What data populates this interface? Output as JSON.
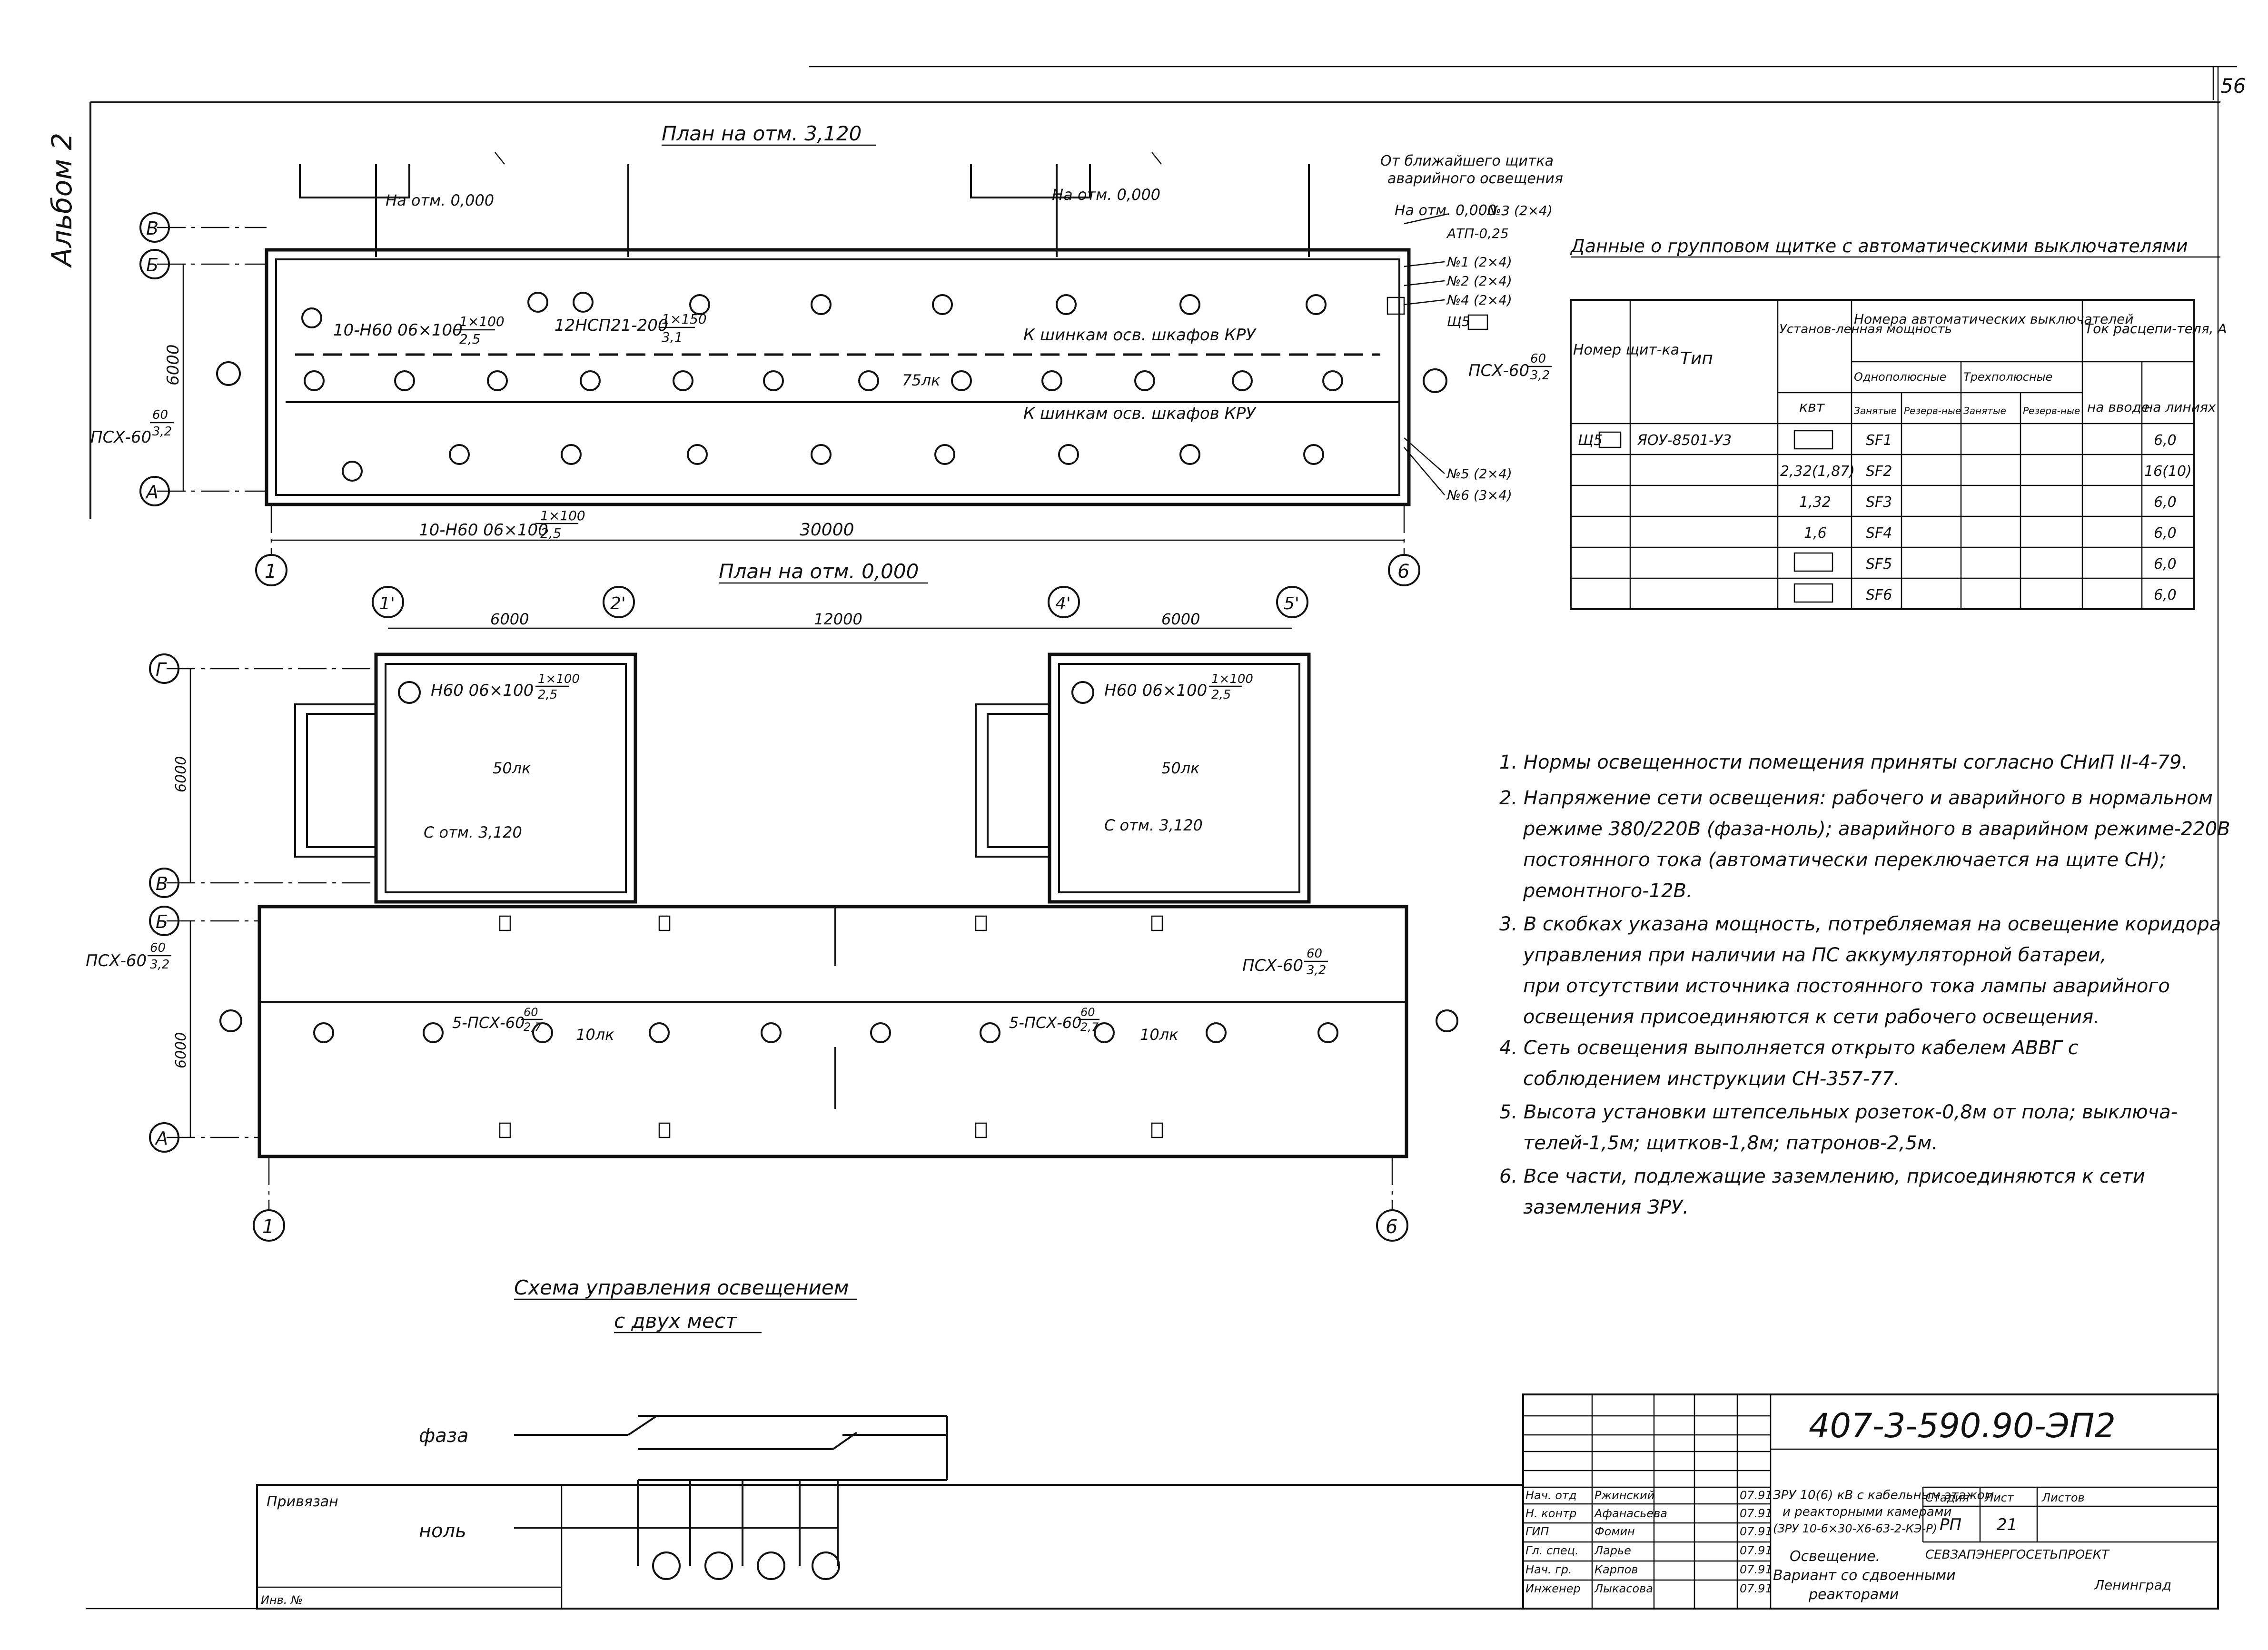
{
  "sheet": {
    "page_number": "56",
    "album_label": "Альбом 2"
  },
  "plan_top": {
    "title": "План на отм. 3,120",
    "axis_rows": [
      "В",
      "Б",
      "А"
    ],
    "axis_cols": [
      "1",
      "6"
    ],
    "dim_width": "30000",
    "dim_height": "6000",
    "labels": {
      "na_otm_1": "На отм. 0,000",
      "na_otm_2": "На отм. 0,000",
      "lamp_group_1": "10-Н60 06×100",
      "lamp_group_1_frac_top": "1×100",
      "lamp_group_1_frac_bot": "2,5",
      "lamp_group_2": "12НСП21-200",
      "lamp_group_2_frac_top": "1×150",
      "lamp_group_2_frac_bot": "3,1",
      "lamp_group_3": "10-Н60 06×100",
      "lamp_group_3_frac_top": "1×100",
      "lamp_group_3_frac_bot": "2,5",
      "lux_75": "75лк",
      "to_kru_1": "К шинкам осв. шкафов КРУ",
      "to_kru_2": "К шинкам осв. шкафов КРУ",
      "psx_left": "ПСХ-60",
      "psx_left_top": "60",
      "psx_left_bot": "3,2",
      "psx_right": "ПСХ-60",
      "psx_right_top": "60",
      "psx_right_bot": "3,2",
      "feed_note_1": "От ближайшего щитка",
      "feed_note_2": "аварийного освещения",
      "na_otm_feed": "На отм. 0,000",
      "feed_n3": "№3 (2×4)",
      "feed_atp": "АТП-0,25",
      "feed_n1": "№1 (2×4)",
      "feed_n2": "№2 (2×4)",
      "feed_n4": "№4 (2×4)",
      "feed_sh": "Щ5",
      "feed_n5": "№5 (2×4)",
      "feed_n6": "№6 (3×4)"
    }
  },
  "plan_bottom": {
    "title": "План на отм. 0,000",
    "axis_rows": [
      "Г",
      "В",
      "Б",
      "А"
    ],
    "axis_cols": [
      "1",
      "6",
      "1'",
      "2'",
      "4'",
      "5'"
    ],
    "dim_top": [
      "6000",
      "12000",
      "6000"
    ],
    "dim_h1": "6000",
    "dim_h2": "6000",
    "labels": {
      "room1_lamp": "Н60 06×100",
      "room1_lamp_top": "1×100",
      "room1_lamp_bot": "2,5",
      "room1_lux": "50лк",
      "room1_from": "С отм. 3,120",
      "room2_lamp": "Н60 06×100",
      "room2_lamp_top": "1×100",
      "room2_lamp_bot": "2,5",
      "room2_lux": "50лк",
      "room2_from": "С отм. 3,120",
      "psx_left": "ПСХ-60",
      "psx_left_top": "60",
      "psx_left_bot": "3,2",
      "psx_right": "ПСХ-60",
      "psx_right_top": "60",
      "psx_right_bot": "3,2",
      "corr_group_1": "5-ПСХ-60",
      "corr_group_1_top": "60",
      "corr_group_1_bot": "2,7",
      "corr_lux_1": "10лк",
      "corr_group_2": "5-ПСХ-60",
      "corr_group_2_top": "60",
      "corr_group_2_bot": "2,7",
      "corr_lux_2": "10лк"
    }
  },
  "panel_table": {
    "title": "Данные о групповом щитке с автоматическими выключателями",
    "headers": {
      "num": "Номер щит-ка",
      "type": "Тип",
      "power": "Установ-ленная мощность",
      "power_unit": "квт",
      "breakers": "Номера автоматических выключателей",
      "single_pole": "Однополюсные",
      "three_pole": "Трехполюсные",
      "busy": "Занятые",
      "reserve": "Резерв-ные",
      "busy2": "Занятые",
      "reserve2": "Резерв-ные",
      "current": "Ток расцепи-теля, А",
      "input": "на вводе",
      "lines": "на линиях"
    },
    "rows": [
      {
        "num": "Щ5",
        "type": "ЯОУ-8501-У3",
        "power": "",
        "breaker": "SF1",
        "current": "6,0"
      },
      {
        "num": "",
        "type": "",
        "power": "2,32(1,87)",
        "breaker": "SF2",
        "current": "16(10)"
      },
      {
        "num": "",
        "type": "",
        "power": "1,32",
        "breaker": "SF3",
        "current": "6,0"
      },
      {
        "num": "",
        "type": "",
        "power": "1,6",
        "breaker": "SF4",
        "current": "6,0"
      },
      {
        "num": "",
        "type": "",
        "power": "",
        "breaker": "SF5",
        "current": "6,0"
      },
      {
        "num": "",
        "type": "",
        "power": "",
        "breaker": "SF6",
        "current": "6,0"
      }
    ]
  },
  "notes": [
    "1. Нормы освещенности помещения приняты согласно СНиП II-4-79.",
    "2. Напряжение сети освещения: рабочего и аварийного в нормальном",
    "режиме 380/220В (фаза-ноль); аварийного в аварийном режиме-220В",
    "постоянного тока (автоматически переключается на щите СН);",
    "ремонтного-12В.",
    "3. В скобках указана мощность, потребляемая на освещение коридора",
    "управления при наличии на ПС аккумуляторной батареи,",
    "при отсутствии источника постоянного тока лампы аварийного",
    "освещения присоединяются к сети рабочего освещения.",
    "4. Сеть освещения выполняется открыто кабелем АВВГ с",
    "соблюдением инструкции СН-357-77.",
    "5. Высота установки штепсельных розеток-0,8м от пола; выключа-",
    "телей-1,5м; щитков-1,8м; патронов-2,5м.",
    "6. Все части, подлежащие заземлению, присоединяются к сети",
    "заземления ЗРУ."
  ],
  "scheme": {
    "title_1": "Схема управления освещением",
    "title_2": "с двух мест",
    "phase": "фаза",
    "neutral": "ноль"
  },
  "title_block": {
    "doc_code": "407-3-590.90-ЭП2",
    "privyazan": "Привязан",
    "inv": "Инв. №",
    "roles": [
      "Нач. отд",
      "Н. контр",
      "ГИП",
      "Гл. спец.",
      "Нач. гр.",
      "Инженер"
    ],
    "names": [
      "Ржинский",
      "Афанасьева",
      "Фомин",
      "Ларье",
      "Карпов",
      "Лыкасова"
    ],
    "dates": [
      "07.91",
      "07.91",
      "07.91",
      "07.91",
      "07.91",
      "07.91"
    ],
    "project_1": "ЗРУ 10(6) кВ с кабельным этажом",
    "project_2": "и реакторными камерами",
    "project_3": "(ЗРУ 10-6×30-Х6-63-2-КЭ-Р)",
    "sheet_title_1": "Освещение.",
    "sheet_title_2": "Вариант со сдвоенными",
    "sheet_title_3": "реакторами",
    "stage_label": "Стадия",
    "sheet_label": "Лист",
    "sheets_label": "Листов",
    "stage": "РП",
    "sheet": "21",
    "org": "СЕВЗАПЭНЕРГОСЕТЬПРОЕКТ",
    "city": "Ленинград"
  }
}
